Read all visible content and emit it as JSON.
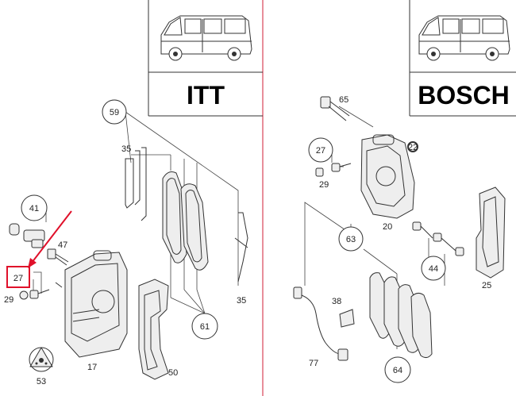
{
  "colors": {
    "divider": "#e06878",
    "highlight": "#e0102a",
    "ink": "#333333"
  },
  "brands": {
    "left": "ITT",
    "right": "BOSCH"
  },
  "icons": {
    "vehicle": "van-icon"
  },
  "left_parts": {
    "p59": "59",
    "p35a": "35",
    "p41": "41",
    "p47": "47",
    "p27": "27",
    "p29": "29",
    "p61": "61",
    "p35b": "35",
    "p17": "17",
    "p50": "50",
    "p53": "53"
  },
  "right_parts": {
    "p65": "65",
    "p27": "27",
    "p22": "22",
    "p29": "29",
    "p20": "20",
    "p63": "63",
    "p44": "44",
    "p25": "25",
    "p38": "38",
    "p77": "77",
    "p64": "64"
  },
  "highlighted_part": "27"
}
